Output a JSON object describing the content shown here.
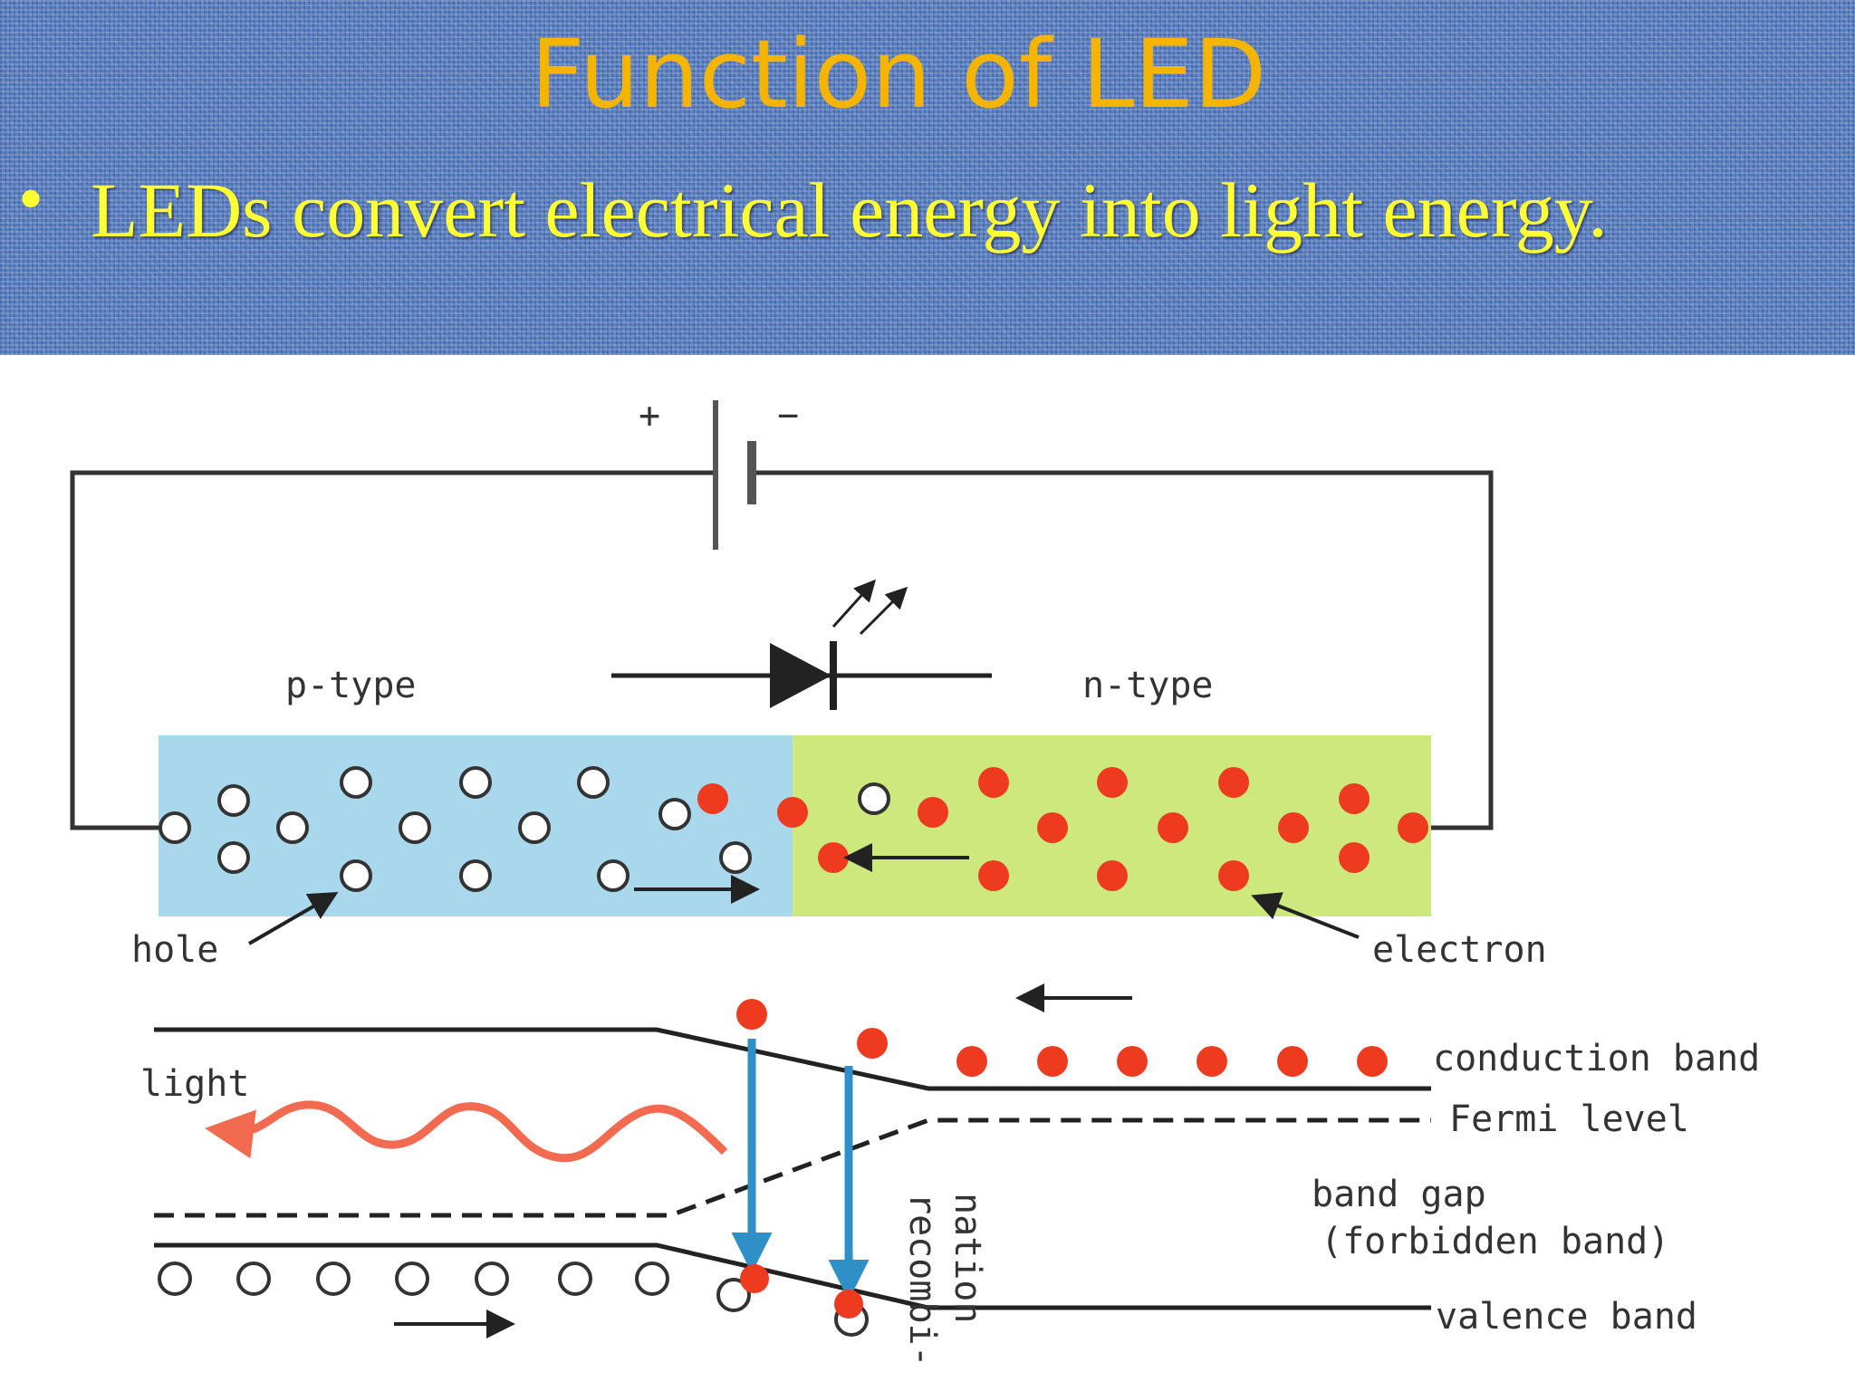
{
  "slide": {
    "title": "Function of LED",
    "bullet": "LEDs convert electrical energy into light energy."
  },
  "diagram": {
    "battery": {
      "plus": "+",
      "minus": "−"
    },
    "labels": {
      "p_type": "p-type",
      "n_type": "n-type",
      "hole": "hole",
      "electron": "electron",
      "light": "light",
      "conduction_band": "conduction band",
      "fermi_level": "Fermi level",
      "band_gap": "band gap",
      "forbidden_band": "(forbidden band)",
      "valence_band": "valence band",
      "recombination_1": "recombi-",
      "recombination_2": "nation"
    },
    "colors": {
      "p_region": "#a9d8ec",
      "n_region": "#cde87c",
      "electron": "#ee3a1f",
      "hole": "#ffffff",
      "light_wave": "#f26a50",
      "recombination_arrow": "#2f8fc7",
      "title": "#f4b400",
      "bullet_text": "#ffff33"
    }
  }
}
